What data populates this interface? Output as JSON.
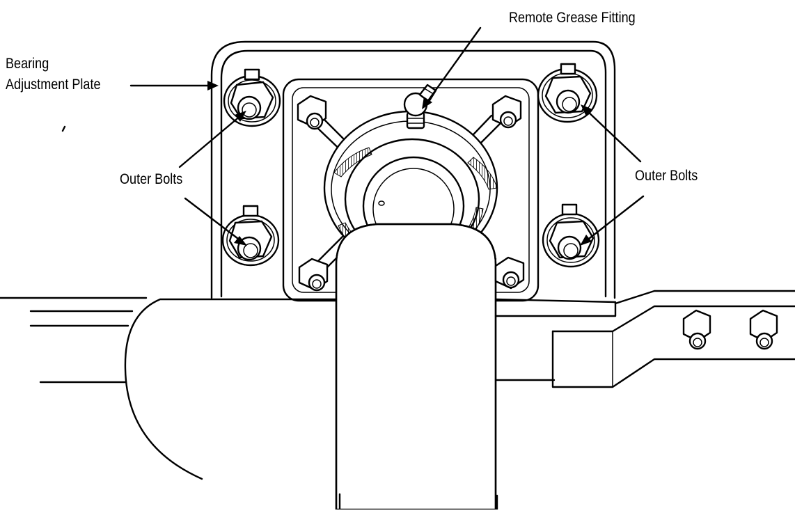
{
  "labels": {
    "remote_grease_fitting": "Remote Grease Fitting",
    "bearing_plate_line1": "Bearing",
    "bearing_plate_line2": "Adjustment Plate",
    "outer_bolts_left": "Outer Bolts",
    "outer_bolts_right": "Outer Bolts"
  },
  "colors": {
    "line": "#000000",
    "background": "#ffffff"
  }
}
